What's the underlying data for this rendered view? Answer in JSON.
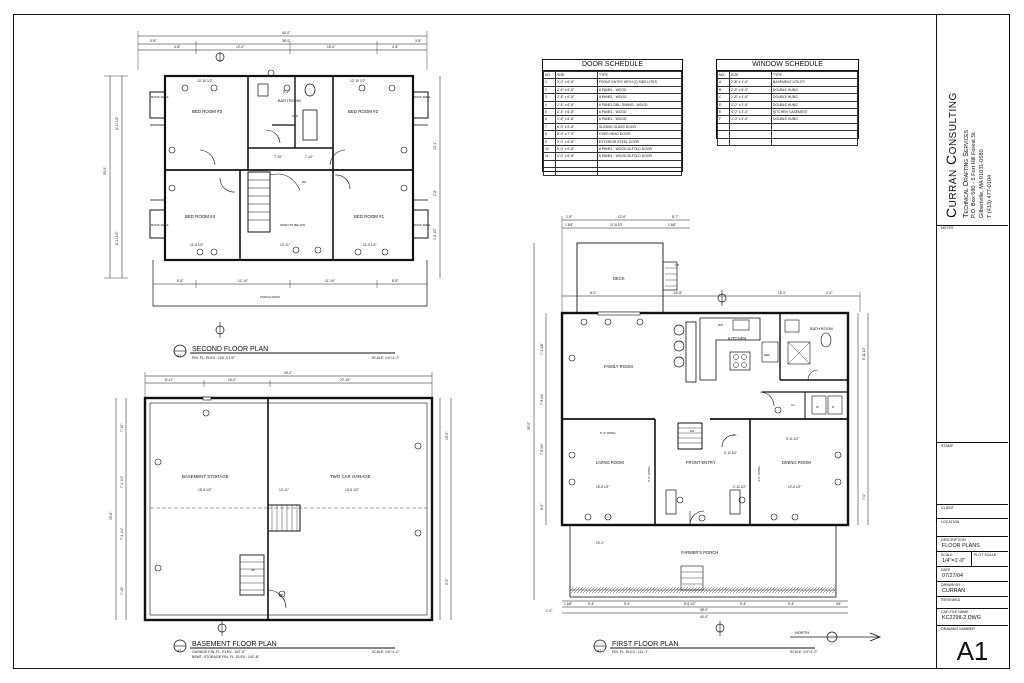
{
  "sheet": {
    "company_name": "Curran Consulting",
    "company_sub": "Technical Drafting Services",
    "company_addr1": "P.O. Box 580 - 5 Fort Hill Forest St.",
    "company_addr2": "Gilbertville, MA 01031-0580",
    "company_phone": "T (413) 477-0104",
    "notes_label": "NOTES",
    "stamp_label": "STAMP",
    "client_label": "CLIENT",
    "location_label": "LOCATION",
    "description_label": "DESCRIPTION",
    "description_value": "FLOOR PLANS",
    "scale_label": "SCALE",
    "scale_value": "1/4\"=1'-0\"",
    "plot_scale_label": "PLOT SCALE",
    "date_label": "DATE",
    "date_value": "07/27/04",
    "drawn_by_label": "DRAWN BY",
    "drawn_by_value": "CURRAN",
    "reviewed_label": "REVIEWED",
    "cad_label": "CAD FILE NAME",
    "cad_value": "KC2298-2.DWG",
    "drawing_number_label": "DRAWING NUMBER",
    "drawing_number": "A1"
  },
  "door_schedule": {
    "title": "DOOR SCHEDULE",
    "headers": [
      "NO.",
      "SIZE",
      "TYPE"
    ],
    "rows": [
      [
        "1",
        "3'-0\" x 6'-8\"",
        "FRONT ENTRY WITH (2) SIDE LITES"
      ],
      [
        "2",
        "2'-6\" x 6'-8\"",
        "6 PANEL - WOOD"
      ],
      [
        "3",
        "2'-8\" x 6'-8\"",
        "6 PANEL - WOOD"
      ],
      [
        "4",
        "2'-6\" x 6'-8\"",
        "6 PANEL DBL. SWING - WOOD"
      ],
      [
        "5",
        "2'-4\" x 6'-8\"",
        "6 PANEL - WOOD"
      ],
      [
        "6",
        "1'-6\" x 6'-8\"",
        "6 PANEL - WOOD"
      ],
      [
        "7",
        "6'-0\" x 6'-8\"",
        "SLIDING GLASS DOOR"
      ],
      [
        "8",
        "8'-0\" x 7'-0\"",
        "OVER HEAD DOOR"
      ],
      [
        "9",
        "3'-0\" x 6'-8\"",
        "EXTERIOR STEEL DOOR"
      ],
      [
        "10",
        "5'-0\" x 6'-8\"",
        "6 PANEL - WOOD BI-FOLD DOOR"
      ],
      [
        "11",
        "4'-0\" x 6'-8\"",
        "6 PANEL - WOOD BI-FOLD DOOR"
      ],
      [
        "",
        "",
        ""
      ],
      [
        "",
        "",
        ""
      ]
    ]
  },
  "window_schedule": {
    "title": "WINDOW SCHEDULE",
    "headers": [
      "NO.",
      "SIZE",
      "TYPE"
    ],
    "rows": [
      [
        "A",
        "2'-8\" x 1'-6\"",
        "BASEMENT UTILITY"
      ],
      [
        "B",
        "2'-8\" x 5'-0\"",
        "DOUBLE HUNG"
      ],
      [
        "C",
        "2'-8\" x 4'-6\"",
        "DOUBLE HUNG"
      ],
      [
        "D",
        "3'-0\" x 3'-6\"",
        "DOUBLE HUNG"
      ],
      [
        "E",
        "4'-0\" x 3'-0\"",
        "KITCHEN CASEMENT"
      ],
      [
        "F",
        "2'-0\" x 3'-0\"",
        "DOUBLE HUNG"
      ],
      [
        "",
        "",
        ""
      ],
      [
        "",
        "",
        ""
      ],
      [
        "",
        "",
        ""
      ]
    ]
  },
  "plans": {
    "second": {
      "title": "SECOND FLOOR PLAN",
      "subtitle": "FIN. FL. ELEV.: 120'-9 1/2\"",
      "scale": "SCALE: 1/4\"=1'-0\"",
      "sheet_ref": "A1",
      "rooms": [
        "BED ROOM #3",
        "BED ROOM #2",
        "BED ROOM #4",
        "BED ROOM #1"
      ],
      "bath": "BATH ROOM",
      "roof_area": "ROOF AREA",
      "open_below": "OPEN TO BELOW",
      "porch_roof": "PORCH ROOF",
      "dn": "DN",
      "clo": "CLO.",
      "dims_top": [
        "40'-0\"",
        "38'-0\"",
        "4'-8\"",
        "12'-0\"",
        "15'-0\"",
        "4'-8\"",
        "3'-8\"",
        "3'-8\""
      ],
      "dims_inner": [
        "12'-10 1/2\"",
        "12'-10 1/2\"",
        "11'-0 1/2\"",
        "11'-0 1/2\"",
        "12'-11\"",
        "7'-10\"",
        "7'-10\"",
        "9'-2\""
      ],
      "dims_bottom": [
        "8'-8\"",
        "11'-10\"",
        "11'-10\"",
        "8'-8\""
      ],
      "dims_side": [
        "30'-0\"",
        "8'-11 1/2\"",
        "8'-11 1/2\"",
        "12'-1\"",
        "2'-8\"",
        "3'-8 1/2\""
      ]
    },
    "basement": {
      "title": "BASEMENT FLOOR PLAN",
      "subtitle1": "GARAGE FIN. FL. ELEV.: 102'-0\"",
      "subtitle2": "BSMT. STORAGE FIN. FL. ELEV.: 102'-8\"",
      "scale": "SCALE: 1/4\"=1'-0\"",
      "sheet_ref": "A1",
      "rooms": [
        "BASEMENT STORAGE",
        "TWO CAR GARAGE"
      ],
      "up": "UP",
      "dims_top": [
        "40'-0\"",
        "8'-11\"",
        "16'-0\"",
        "22'-10\""
      ],
      "dims_inner": [
        "15'-5 1/2\"",
        "12'-11\"",
        "10'-6 1/2\""
      ],
      "dims_side": [
        "30'-8\"",
        "7'-10\"",
        "7'-4 1/4\"",
        "7'-4 1/4\"",
        "7'-10\"",
        "10'-0\"",
        "9'-0\""
      ]
    },
    "first": {
      "title": "FIRST FLOOR PLAN",
      "subtitle": "FIN. FL. ELEV.: 111'-7\"",
      "scale": "SCALE: 1/4\"=1'-0\"",
      "sheet_ref": "A1",
      "rooms": [
        "DECK",
        "FAMILY ROOM",
        "KITCHEN",
        "BATH ROOM",
        "LIVING ROOM",
        "FRONT ENTRY",
        "DINING ROOM",
        "FARMER'S PORCH"
      ],
      "labels": [
        "UP",
        "DN",
        "CL.",
        "REF.",
        "DW",
        "W",
        "D",
        "CL."
      ],
      "openings": [
        "5'-0\" OPNG.",
        "6'-0\" OPNG.",
        "4'-0\" OPNG."
      ],
      "north": "NORTH",
      "dims_top": [
        "2'-8\"",
        "12'-6\"",
        "8'-7\"",
        "1 5/8\"",
        "11'-8 1/2\"",
        "1 5/8\"",
        "8'-0\"",
        "16'-8\"",
        "15'-0\"",
        "4'-4\""
      ],
      "dims_bottom": [
        "40'-0\"",
        "38'-0\"",
        "1 3/8\"",
        "9'-4\"",
        "9'-4\"",
        "8'-6 1/2\"",
        "9'-4\"",
        "9'-4\"",
        "3/4\"",
        "1'-0\""
      ],
      "dims_inner": [
        "15'-8 1/2\"",
        "12'-6 1/2\"",
        "9'-11 1/2\"",
        "13'-1\"",
        "3'-11 1/2\"",
        "2'-11 1/2\""
      ],
      "dims_side": [
        "30'-0\"",
        "7'-1 1/8\"",
        "7'-8 1/4\"",
        "7'-8 1/4\"",
        "8'-0\"",
        "8'-11 1/2\"",
        "7'-0\""
      ]
    }
  }
}
